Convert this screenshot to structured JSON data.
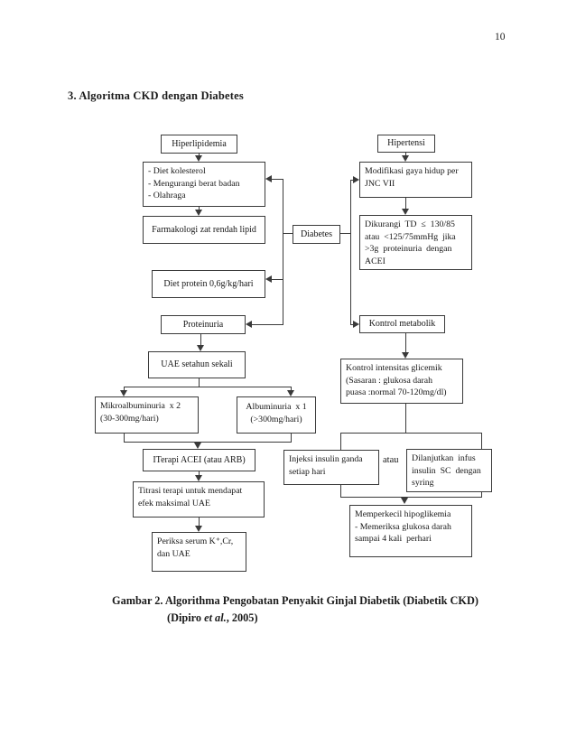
{
  "page": {
    "number": "10",
    "heading": "3. Algoritma CKD dengan Diabetes",
    "caption": {
      "line1": "Gambar 2. Algorithma Pengobatan Penyakit Ginjal Diabetik (Diabetik CKD)",
      "line2_prefix": "(Dipiro ",
      "line2_italic": "et al.",
      "line2_suffix": ", 2005)"
    }
  },
  "flowchart": {
    "boxes": {
      "hiperlipidemia": "Hiperlipidemia",
      "diet_kolesterol": "- Diet kolesterol\n- Mengurangi berat badan\n- Olahraga",
      "farmakologi": "Farmakologi zat rendah lipid",
      "diabetes": "Diabetes",
      "diet_protein": "Diet protein 0,6g/kg/hari",
      "proteinuria": "Proteinuria",
      "uae": "UAE setahun sekali",
      "mikroalbuminuria": "Mikroalbuminuria  x 2\n(30-300mg/hari)",
      "albuminuria": "Albuminuria  x 1\n(>300mg/hari)",
      "terapi_acei": "ITerapi ACEI (atau ARB)",
      "titrasi": "Titrasi terapi untuk mendapat\nefek maksimal UAE",
      "periksa": "Periksa serum K⁺,Cr,\ndan UAE",
      "hipertensi": "Hipertensi",
      "modifikasi": "Modifikasi gaya hidup per\nJNC VII",
      "dikurangi": "Dikurangi  TD  ≤  130/85\natau  <125/75mmHg  jika\n>3g  proteinuria  dengan\nACEI",
      "kontrol_metabolik": "Kontrol metabolik",
      "kontrol_intensitas": "Kontrol intensitas glicemik\n(Sasaran : glukosa darah\npuasa :normal 70-120mg/dl)",
      "injeksi": "Injeksi insulin ganda\nsetiap hari",
      "atau": "atau",
      "dilanjutkan": "Dilanjutkan  infus\ninsulin  SC  dengan\nsyring",
      "memperkecil": "Memperkecil hipoglikemia\n- Memeriksa glukosa darah\nsampai 4 kali  perhari"
    },
    "colors": {
      "ink": "#3a3a3a",
      "paper": "#ffffff"
    }
  }
}
